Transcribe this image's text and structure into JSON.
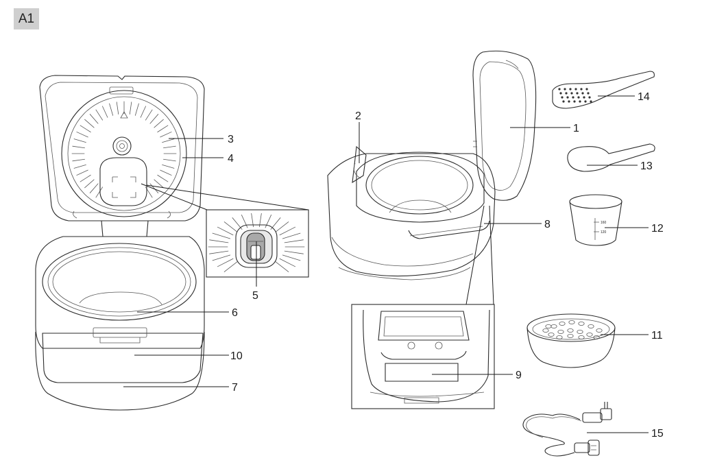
{
  "figure": {
    "section_label": "A1",
    "callouts": [
      {
        "id": "1",
        "text": "1"
      },
      {
        "id": "2",
        "text": "2"
      },
      {
        "id": "3",
        "text": "3"
      },
      {
        "id": "4",
        "text": "4"
      },
      {
        "id": "5",
        "text": "5"
      },
      {
        "id": "6",
        "text": "6"
      },
      {
        "id": "7",
        "text": "7"
      },
      {
        "id": "8",
        "text": "8"
      },
      {
        "id": "9",
        "text": "9"
      },
      {
        "id": "10",
        "text": "10"
      },
      {
        "id": "11",
        "text": "11"
      },
      {
        "id": "12",
        "text": "12"
      },
      {
        "id": "13",
        "text": "13"
      },
      {
        "id": "14",
        "text": "14"
      },
      {
        "id": "15",
        "text": "15"
      }
    ],
    "cup_scale": [
      "160",
      "120"
    ]
  }
}
